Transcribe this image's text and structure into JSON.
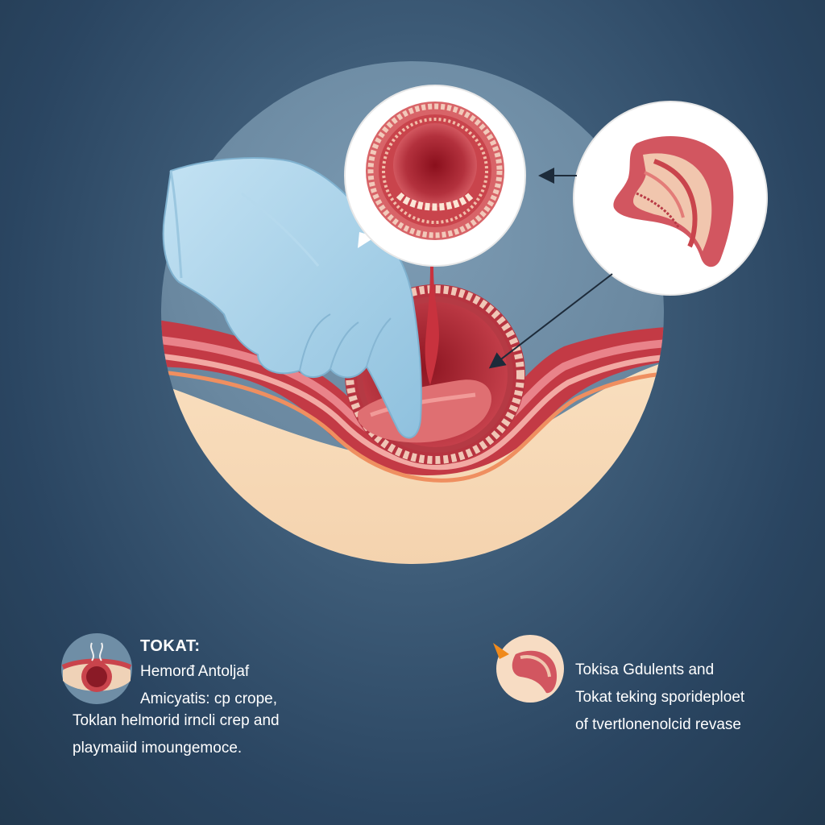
{
  "colors": {
    "background": "#2a4561",
    "glove": "#a9d3ea",
    "tissue_red": "#c9444c",
    "skin": "#f6d9b8",
    "callout_bg": "#ffffff"
  },
  "icons": [
    "glove-hand-icon",
    "cross-section-icon",
    "tissue-fold-icon",
    "arrow-icon"
  ],
  "captions": {
    "left": {
      "title": "TOKAT:",
      "line1": "Hemorđ Antoljaf",
      "line2": "Amicyatis: cp crope,",
      "line3": "Toklan helmorid irncli crep and",
      "line4": "playmaiid imoungemoce."
    },
    "right": {
      "line1": "Tokisa Gdulents and",
      "line2": "Tokat teking sporideploet",
      "line3": "of tvertlonenolcid revase"
    }
  }
}
